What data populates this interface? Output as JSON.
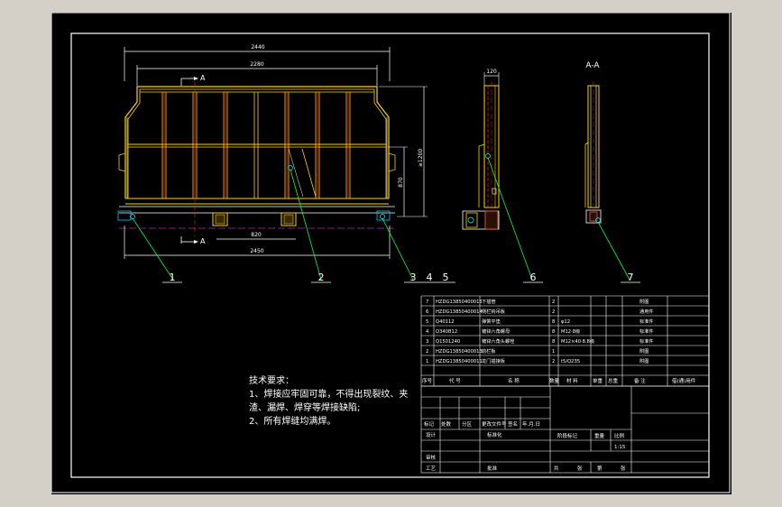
{
  "drawing": {
    "dims": {
      "overall_width": "2440",
      "inner_width": "2280",
      "height_label": "≥1200",
      "mid_height": "870",
      "bottom_width": "2450",
      "gap_width": "820",
      "side_width": "120"
    },
    "section_mark": "A",
    "section_view_title": "A-A",
    "balloons": [
      "1",
      "2",
      "3",
      "4",
      "5",
      "6",
      "7"
    ]
  },
  "notes": {
    "title": "技术要求：",
    "line1": "1、焊接应牢固可靠，不得出现裂纹、夹",
    "line2": "渣、漏焊、焊穿等焊接缺陷;",
    "line3": "2、所有焊缝均满焊。"
  },
  "bom": {
    "rows": [
      {
        "no": "7",
        "code": "HZDG13850400015",
        "name": "下插管",
        "qty": "2",
        "material": "",
        "remark": "附图"
      },
      {
        "no": "6",
        "code": "HZDG13850400014",
        "name": "侧栏钩吊板",
        "qty": "2",
        "material": "",
        "remark": "通用件"
      },
      {
        "no": "5",
        "code": "Q40112",
        "name": "弹簧平垫",
        "qty": "8",
        "material": "φ12",
        "remark": "标准件"
      },
      {
        "no": "4",
        "code": "Q340B12",
        "name": "镀锌六角螺母",
        "qty": "8",
        "material": "M12·8级",
        "remark": "标准件"
      },
      {
        "no": "3",
        "code": "Q1501240",
        "name": "镀锌六角头螺栓",
        "qty": "8",
        "material": "M12×40·8.8级",
        "remark": "标准件"
      },
      {
        "no": "2",
        "code": "HZDG13850400013",
        "name": "前栏板",
        "qty": "1",
        "material": "",
        "remark": "附图"
      },
      {
        "no": "1",
        "code": "HZDG13850400011",
        "name": "龙门插接板",
        "qty": "2",
        "material": "t5/Q235",
        "remark": "附图"
      }
    ],
    "header": {
      "no": "序号",
      "code": "代  号",
      "name": "名  称",
      "qty": "数量",
      "material": "材  料",
      "unit_mass": "单重",
      "total_mass": "总重",
      "remark": "备  注",
      "extra": "借(通)用件"
    }
  },
  "title_block": {
    "mark": "标记",
    "count": "处数",
    "zone": "分区",
    "change_doc": "更改文件号",
    "sign": "签名",
    "date": "年.月.日",
    "design": "设计",
    "standardize": "标准化",
    "stage_mark": "阶段标记",
    "weight": "重量",
    "scale": "比例",
    "scale_value": "1:15",
    "review": "审核",
    "process": "工艺",
    "approve": "批准",
    "sheets_total": "共",
    "sheets_label": "张",
    "sheet_no": "第",
    "sheet_label": "张"
  }
}
